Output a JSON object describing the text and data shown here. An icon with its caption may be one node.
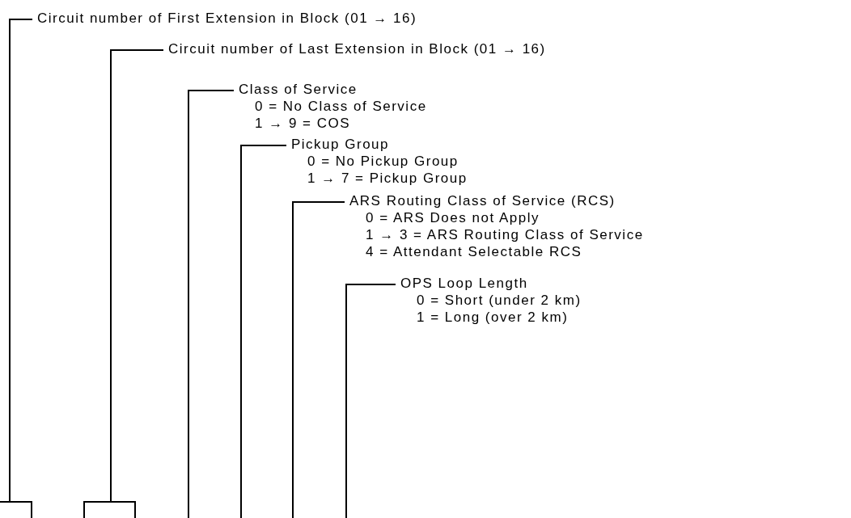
{
  "diagram": {
    "nodes": [
      {
        "text": [
          "Circuit number of First Extension in Block (01 → 16)"
        ]
      },
      {
        "text": [
          "Circuit number of Last Extension in Block (01 → 16)"
        ]
      },
      {
        "text": [
          "Class of Service",
          "0 = No Class of Service",
          "1 → 9 = COS"
        ]
      },
      {
        "text": [
          "Pickup Group",
          "0 = No Pickup Group",
          "1 → 7 = Pickup Group"
        ]
      },
      {
        "text": [
          "ARS Routing Class of Service (RCS)",
          "0 = ARS Does not Apply",
          "1 → 3 = ARS Routing Class of Service",
          "4 = Attendant Selectable RCS"
        ]
      },
      {
        "text": [
          "OPS Loop Length",
          "0 = Short (under 2 km)",
          "1 = Long (over 2 km)"
        ]
      },
      {
        "text": [],
        "shape": "box"
      },
      {
        "text": [],
        "shape": "box"
      }
    ],
    "edges": [
      {
        "from": 0,
        "to": 6,
        "arrow": "none"
      },
      {
        "from": 1,
        "to": 7,
        "arrow": "none"
      },
      {
        "from": 2,
        "to": null,
        "arrow": "none"
      },
      {
        "from": 3,
        "to": null,
        "arrow": "none"
      },
      {
        "from": 4,
        "to": null,
        "arrow": "none"
      },
      {
        "from": 5,
        "to": null,
        "arrow": "none"
      }
    ]
  }
}
